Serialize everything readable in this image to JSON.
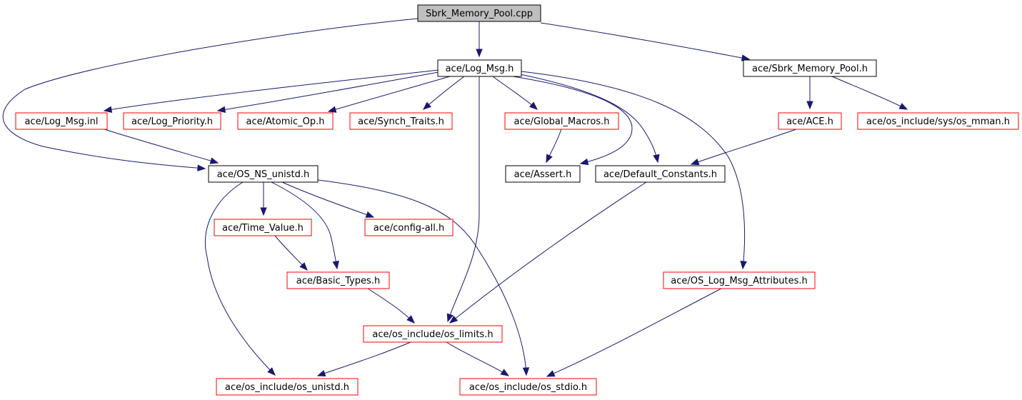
{
  "graph": {
    "colors": {
      "edge": "#191970",
      "root_fill": "#bfbfbf",
      "documented_border": "#000000",
      "undocumented_border": "#ff0000"
    },
    "nodes": [
      {
        "id": "sbrk_cpp",
        "label": "Sbrk_Memory_Pool.cpp",
        "style": "root"
      },
      {
        "id": "log_msg_h",
        "label": "ace/Log_Msg.h",
        "style": "documented"
      },
      {
        "id": "sbrk_h",
        "label": "ace/Sbrk_Memory_Pool.h",
        "style": "documented"
      },
      {
        "id": "log_msg_inl",
        "label": "ace/Log_Msg.inl",
        "style": "undocumented"
      },
      {
        "id": "log_priority",
        "label": "ace/Log_Priority.h",
        "style": "undocumented"
      },
      {
        "id": "atomic_op",
        "label": "ace/Atomic_Op.h",
        "style": "undocumented"
      },
      {
        "id": "synch_traits",
        "label": "ace/Synch_Traits.h",
        "style": "undocumented"
      },
      {
        "id": "global_macros",
        "label": "ace/Global_Macros.h",
        "style": "undocumented"
      },
      {
        "id": "ace_h",
        "label": "ace/ACE.h",
        "style": "undocumented"
      },
      {
        "id": "os_mman",
        "label": "ace/os_include/sys/os_mman.h",
        "style": "undocumented"
      },
      {
        "id": "os_ns_unistd",
        "label": "ace/OS_NS_unistd.h",
        "style": "documented"
      },
      {
        "id": "assert_h",
        "label": "ace/Assert.h",
        "style": "documented"
      },
      {
        "id": "default_constants",
        "label": "ace/Default_Constants.h",
        "style": "documented"
      },
      {
        "id": "time_value",
        "label": "ace/Time_Value.h",
        "style": "undocumented"
      },
      {
        "id": "config_all",
        "label": "ace/config-all.h",
        "style": "undocumented"
      },
      {
        "id": "basic_types",
        "label": "ace/Basic_Types.h",
        "style": "undocumented"
      },
      {
        "id": "os_log_msg_attr",
        "label": "ace/OS_Log_Msg_Attributes.h",
        "style": "undocumented"
      },
      {
        "id": "os_limits",
        "label": "ace/os_include/os_limits.h",
        "style": "undocumented"
      },
      {
        "id": "os_unistd",
        "label": "ace/os_include/os_unistd.h",
        "style": "undocumented"
      },
      {
        "id": "os_stdio",
        "label": "ace/os_include/os_stdio.h",
        "style": "undocumented"
      }
    ],
    "edges": [
      {
        "from": "sbrk_cpp",
        "to": "log_msg_h"
      },
      {
        "from": "sbrk_cpp",
        "to": "sbrk_h"
      },
      {
        "from": "sbrk_cpp",
        "to": "os_ns_unistd"
      },
      {
        "from": "log_msg_h",
        "to": "log_msg_inl"
      },
      {
        "from": "log_msg_h",
        "to": "log_priority"
      },
      {
        "from": "log_msg_h",
        "to": "atomic_op"
      },
      {
        "from": "log_msg_h",
        "to": "synch_traits"
      },
      {
        "from": "log_msg_h",
        "to": "global_macros"
      },
      {
        "from": "log_msg_h",
        "to": "assert_h"
      },
      {
        "from": "log_msg_h",
        "to": "default_constants"
      },
      {
        "from": "log_msg_h",
        "to": "os_log_msg_attr"
      },
      {
        "from": "log_msg_h",
        "to": "os_limits"
      },
      {
        "from": "sbrk_h",
        "to": "ace_h"
      },
      {
        "from": "sbrk_h",
        "to": "os_mman"
      },
      {
        "from": "log_msg_inl",
        "to": "os_ns_unistd"
      },
      {
        "from": "global_macros",
        "to": "assert_h"
      },
      {
        "from": "ace_h",
        "to": "default_constants"
      },
      {
        "from": "os_ns_unistd",
        "to": "time_value"
      },
      {
        "from": "os_ns_unistd",
        "to": "config_all"
      },
      {
        "from": "os_ns_unistd",
        "to": "basic_types"
      },
      {
        "from": "os_ns_unistd",
        "to": "os_unistd"
      },
      {
        "from": "os_ns_unistd",
        "to": "os_stdio"
      },
      {
        "from": "time_value",
        "to": "basic_types"
      },
      {
        "from": "basic_types",
        "to": "os_limits"
      },
      {
        "from": "default_constants",
        "to": "os_limits"
      },
      {
        "from": "os_log_msg_attr",
        "to": "os_stdio"
      },
      {
        "from": "os_limits",
        "to": "os_unistd"
      },
      {
        "from": "os_limits",
        "to": "os_stdio"
      }
    ]
  }
}
